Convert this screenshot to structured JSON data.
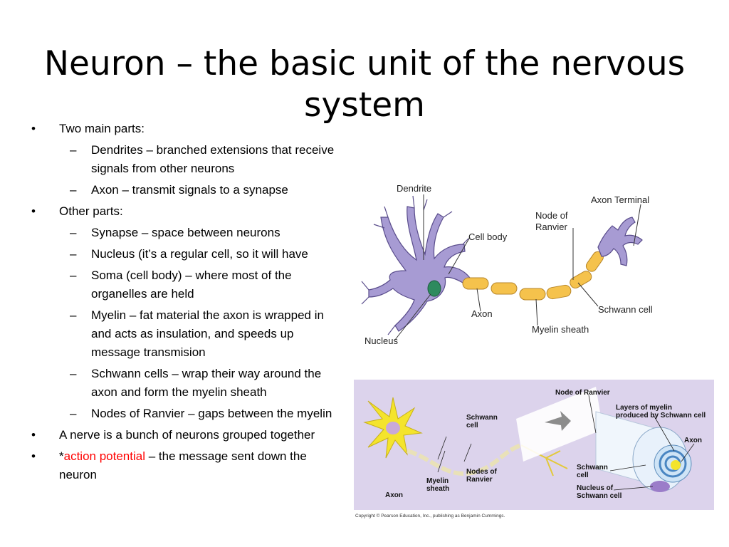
{
  "title": {
    "line1": "Neuron – the basic unit of the nervous",
    "line2": "system"
  },
  "bullets": {
    "b1": "Two main parts:",
    "b1_dendrites": "Dendrites – branched extensions that receive signals from other neurons",
    "b1_axon": "Axon – transmit signals to a synapse",
    "b2": "Other parts:",
    "b2_synapse": "Synapse – space between neurons",
    "b2_nucleus": "Nucleus (it’s a regular cell, so it will have",
    "b2_soma": "Soma (cell body) – where most of the organelles are held",
    "b2_myelin": "Myelin – fat material the axon is wrapped in and acts as insulation, and speeds up message transmision",
    "b2_schwann": "Schwann cells – wrap their way around the axon and form the myelin sheath",
    "b2_nodes": "Nodes of Ranvier – gaps between the myelin",
    "b3": "A nerve is a bunch of neurons grouped together",
    "b4_star": "*",
    "b4_term": "action potential",
    "b4_rest": " – the message sent down the neuron"
  },
  "diagram1": {
    "dendrite": "Dendrite",
    "axon_terminal": "Axon Terminal",
    "node_of_ranvier_1": "Node of",
    "node_of_ranvier_2": "Ranvier",
    "cell_body": "Cell body",
    "axon": "Axon",
    "schwann_cell": "Schwann cell",
    "myelin_sheath": "Myelin sheath",
    "nucleus": "Nucleus"
  },
  "diagram2": {
    "node_of_ranvier": "Node of Ranvier",
    "layers_1": "Layers of myelin",
    "layers_2": "produced by Schwann cell",
    "schwann_cell_1": "Schwann",
    "schwann_cell_2": "cell",
    "axon_right": "Axon",
    "schwann_cell_r1": "Schwann",
    "schwann_cell_r2": "cell",
    "nucleus_of_1": "Nucleus of",
    "nucleus_of_2": "Schwann cell",
    "nodes_of_1": "Nodes of",
    "nodes_of_2": "Ranvier",
    "myelin_1": "Myelin",
    "myelin_2": "sheath",
    "axon_left": "Axon",
    "copyright": "Copyright © Pearson Education, Inc., publishing as Benjamin Cummings."
  },
  "colors": {
    "accent_red": "#ff0000",
    "neuron_purple": "#a79bd3",
    "myelin_orange": "#f5c24c",
    "panel_lavender": "#dcd3ec",
    "neuron_yellow": "#f4e42c"
  }
}
